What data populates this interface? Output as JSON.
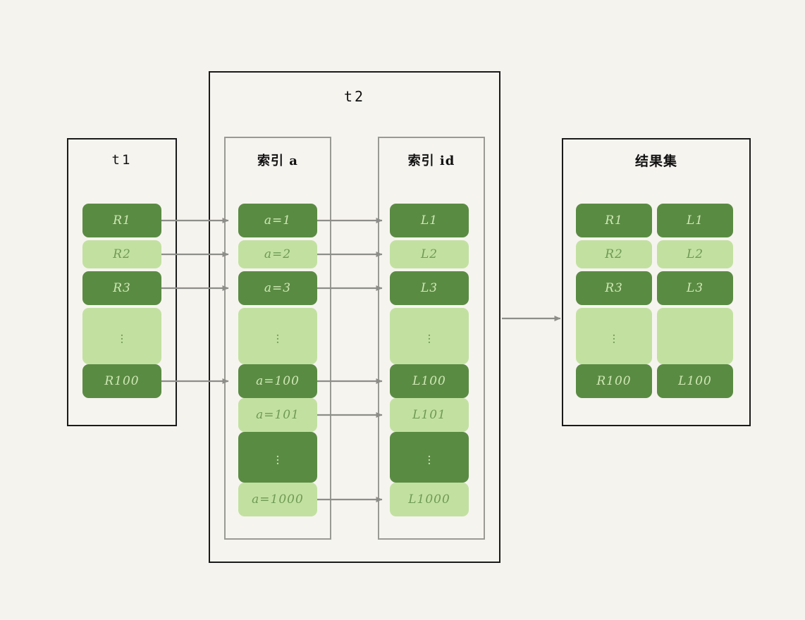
{
  "diagram": {
    "background_color": "#f5f3ee",
    "dark_green": "#5a8b43",
    "light_green": "#c2e1a1",
    "wire_color": "#8d8d89",
    "panel_border": "#1a1a1a",
    "subpanel_border": "#9a9a95"
  },
  "panels": {
    "t1": {
      "title": "t1",
      "rows": [
        {
          "label": "R1",
          "shade": "dark",
          "kind": "value"
        },
        {
          "label": "R2",
          "shade": "light",
          "kind": "value"
        },
        {
          "label": "R3",
          "shade": "dark",
          "kind": "value"
        },
        {
          "label": "",
          "shade": "light",
          "kind": "ellipsis"
        },
        {
          "label": "R100",
          "shade": "dark",
          "kind": "value"
        }
      ]
    },
    "t2": {
      "title": "t2",
      "index_a": {
        "title": "索引 a",
        "rows": [
          {
            "label": "a=1",
            "shade": "dark",
            "kind": "value"
          },
          {
            "label": "a=2",
            "shade": "light",
            "kind": "value"
          },
          {
            "label": "a=3",
            "shade": "dark",
            "kind": "value"
          },
          {
            "label": "",
            "shade": "light",
            "kind": "ellipsis"
          },
          {
            "label": "a=100",
            "shade": "dark",
            "kind": "value"
          },
          {
            "label": "a=101",
            "shade": "light",
            "kind": "value"
          },
          {
            "label": "",
            "shade": "dark",
            "kind": "ellipsis"
          },
          {
            "label": "a=1000",
            "shade": "light",
            "kind": "value"
          }
        ]
      },
      "index_id": {
        "title": "索引 id",
        "rows": [
          {
            "label": "L1",
            "shade": "dark",
            "kind": "value"
          },
          {
            "label": "L2",
            "shade": "light",
            "kind": "value"
          },
          {
            "label": "L3",
            "shade": "dark",
            "kind": "value"
          },
          {
            "label": "",
            "shade": "light",
            "kind": "ellipsis"
          },
          {
            "label": "L100",
            "shade": "dark",
            "kind": "value"
          },
          {
            "label": "L101",
            "shade": "light",
            "kind": "value"
          },
          {
            "label": "",
            "shade": "dark",
            "kind": "ellipsis"
          },
          {
            "label": "L1000",
            "shade": "light",
            "kind": "value"
          }
        ]
      }
    },
    "result": {
      "title": "结果集",
      "rows": [
        {
          "left": "R1",
          "right": "L1",
          "shade": "dark",
          "kind": "value"
        },
        {
          "left": "R2",
          "right": "L2",
          "shade": "light",
          "kind": "value"
        },
        {
          "left": "R3",
          "right": "L3",
          "shade": "dark",
          "kind": "value"
        },
        {
          "left": "",
          "right": "",
          "shade": "light",
          "kind": "ellipsis"
        },
        {
          "left": "R100",
          "right": "L100",
          "shade": "dark",
          "kind": "value"
        }
      ]
    }
  },
  "ellipsis_glyph": "⋮"
}
